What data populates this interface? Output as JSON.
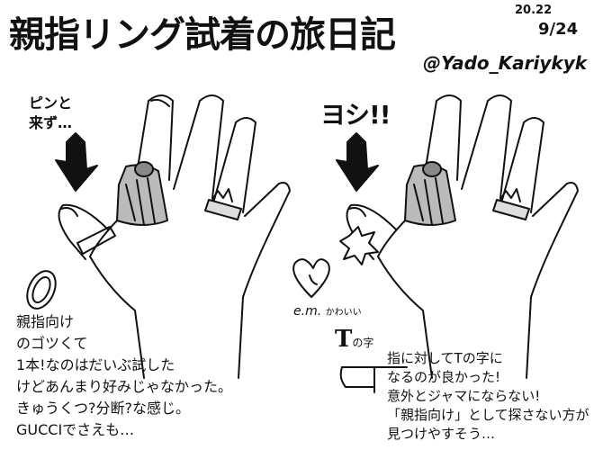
{
  "header": {
    "title": "親指リング試着の旅日記",
    "date_year": "20.22",
    "date_md": "9/24",
    "handle": "@Yado_Kariykyk"
  },
  "left_panel": {
    "caption": [
      "ピンと",
      "来ず…"
    ],
    "text_lines": [
      "親指向け",
      "のゴツくて",
      "1本!なのはだいぶ試した",
      "けどあんまり好みじゃなかった。",
      "きゅうくつ?分断?な感じ。",
      "GUCCIでさえも…"
    ]
  },
  "right_panel": {
    "caption": "ヨシ!!",
    "em_label": "e.m.",
    "em_cute": "かわいい",
    "t_label": "T",
    "t_suffix": "の字",
    "text_lines": [
      "指に対してTの字に",
      "なるのが良かった!",
      "意外とジャマにならない!",
      "「親指向け」として探さない方が",
      "見つけやすそう…"
    ]
  }
}
